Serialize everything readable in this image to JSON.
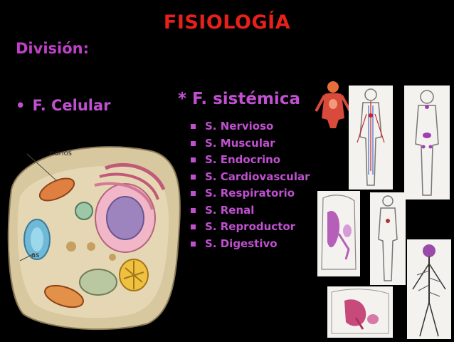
{
  "slide": {
    "title": "FISIOLOGÍA",
    "subtitle": "División:",
    "left_bullet": {
      "marker": "•",
      "label": "F. Celular"
    },
    "right_heading": "* F. sistémica",
    "systems": [
      {
        "label": "S. Nervioso"
      },
      {
        "label": "S. Muscular"
      },
      {
        "label": "S. Endocrino"
      },
      {
        "label": "S. Cardiovascular"
      },
      {
        "label": "S. Respiratorio"
      },
      {
        "label": "S. Renal"
      },
      {
        "label": "S. Reproductor"
      },
      {
        "label": "S. Digestivo"
      }
    ],
    "cell_labels": {
      "top": "ndrios",
      "bottom": "as"
    }
  },
  "colors": {
    "background": "#000000",
    "title": "#e8201a",
    "text": "#c050d0"
  },
  "icons": [
    "cell-diagram-icon",
    "human-body-icon",
    "circulatory-system-icon",
    "endocrine-system-icon",
    "urinary-system-icon",
    "skeleton-figure-icon",
    "nervous-system-icon",
    "reproductive-system-icon"
  ]
}
